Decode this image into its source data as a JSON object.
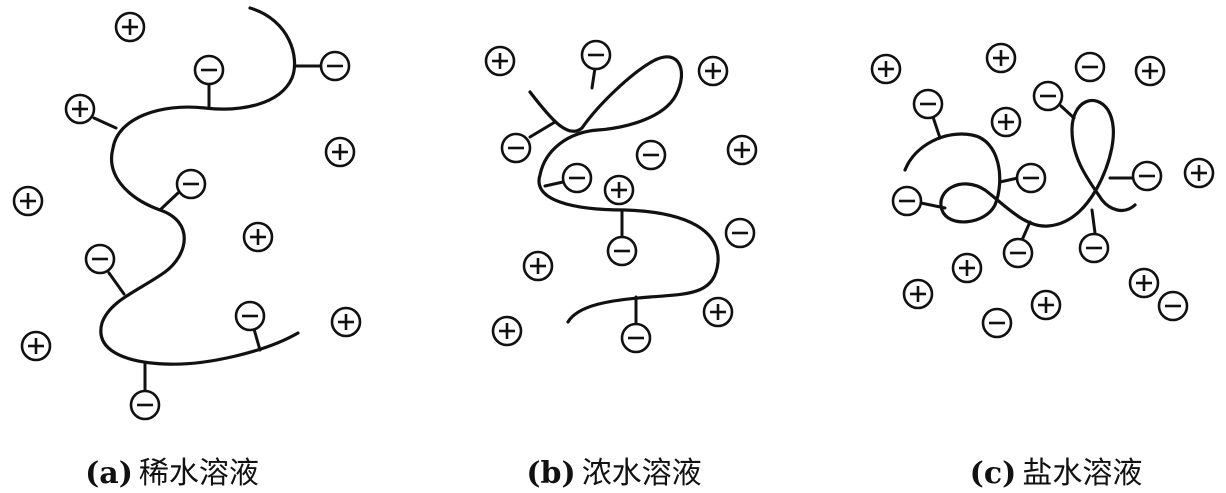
{
  "panels": [
    {
      "id": "a",
      "tag": "(a)",
      "label": "稀水溶液"
    },
    {
      "id": "b",
      "tag": "(b)",
      "label": "浓水溶液"
    },
    {
      "id": "c",
      "tag": "(c)",
      "label": "盐水溶液"
    }
  ],
  "ion_symbols": {
    "positive": "+",
    "negative": "−"
  },
  "colors": {
    "ink": "#111111",
    "background": "#ffffff"
  }
}
